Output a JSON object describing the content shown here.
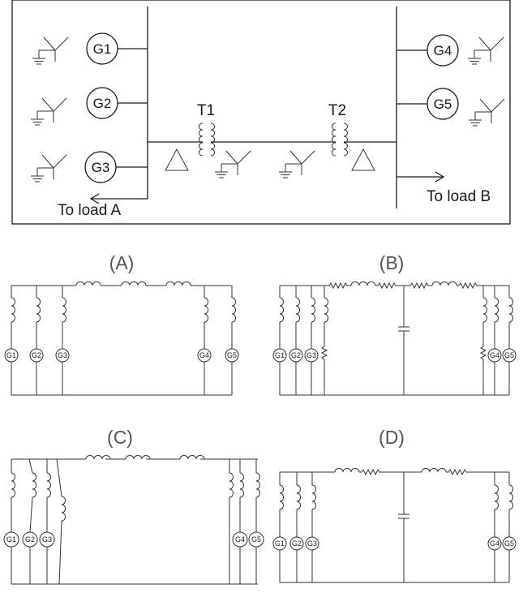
{
  "system": {
    "generators": [
      "G1",
      "G2",
      "G3",
      "G4",
      "G5"
    ],
    "transformers": [
      "T1",
      "T2"
    ],
    "load_a": "To load A",
    "load_b": "To load B"
  },
  "options": {
    "a": {
      "label": "(A)",
      "gens": [
        "G1",
        "G2",
        "G3",
        "G4",
        "G5"
      ]
    },
    "b": {
      "label": "(B)",
      "gens": [
        "G1",
        "G2",
        "G3",
        "G4",
        "G5"
      ]
    },
    "c": {
      "label": "(C)",
      "gens": [
        "G1",
        "G2",
        "G3",
        "G4",
        "G5"
      ]
    },
    "d": {
      "label": "(D)",
      "gens": [
        "G1",
        "G2",
        "G3",
        "G4",
        "G5"
      ]
    }
  }
}
